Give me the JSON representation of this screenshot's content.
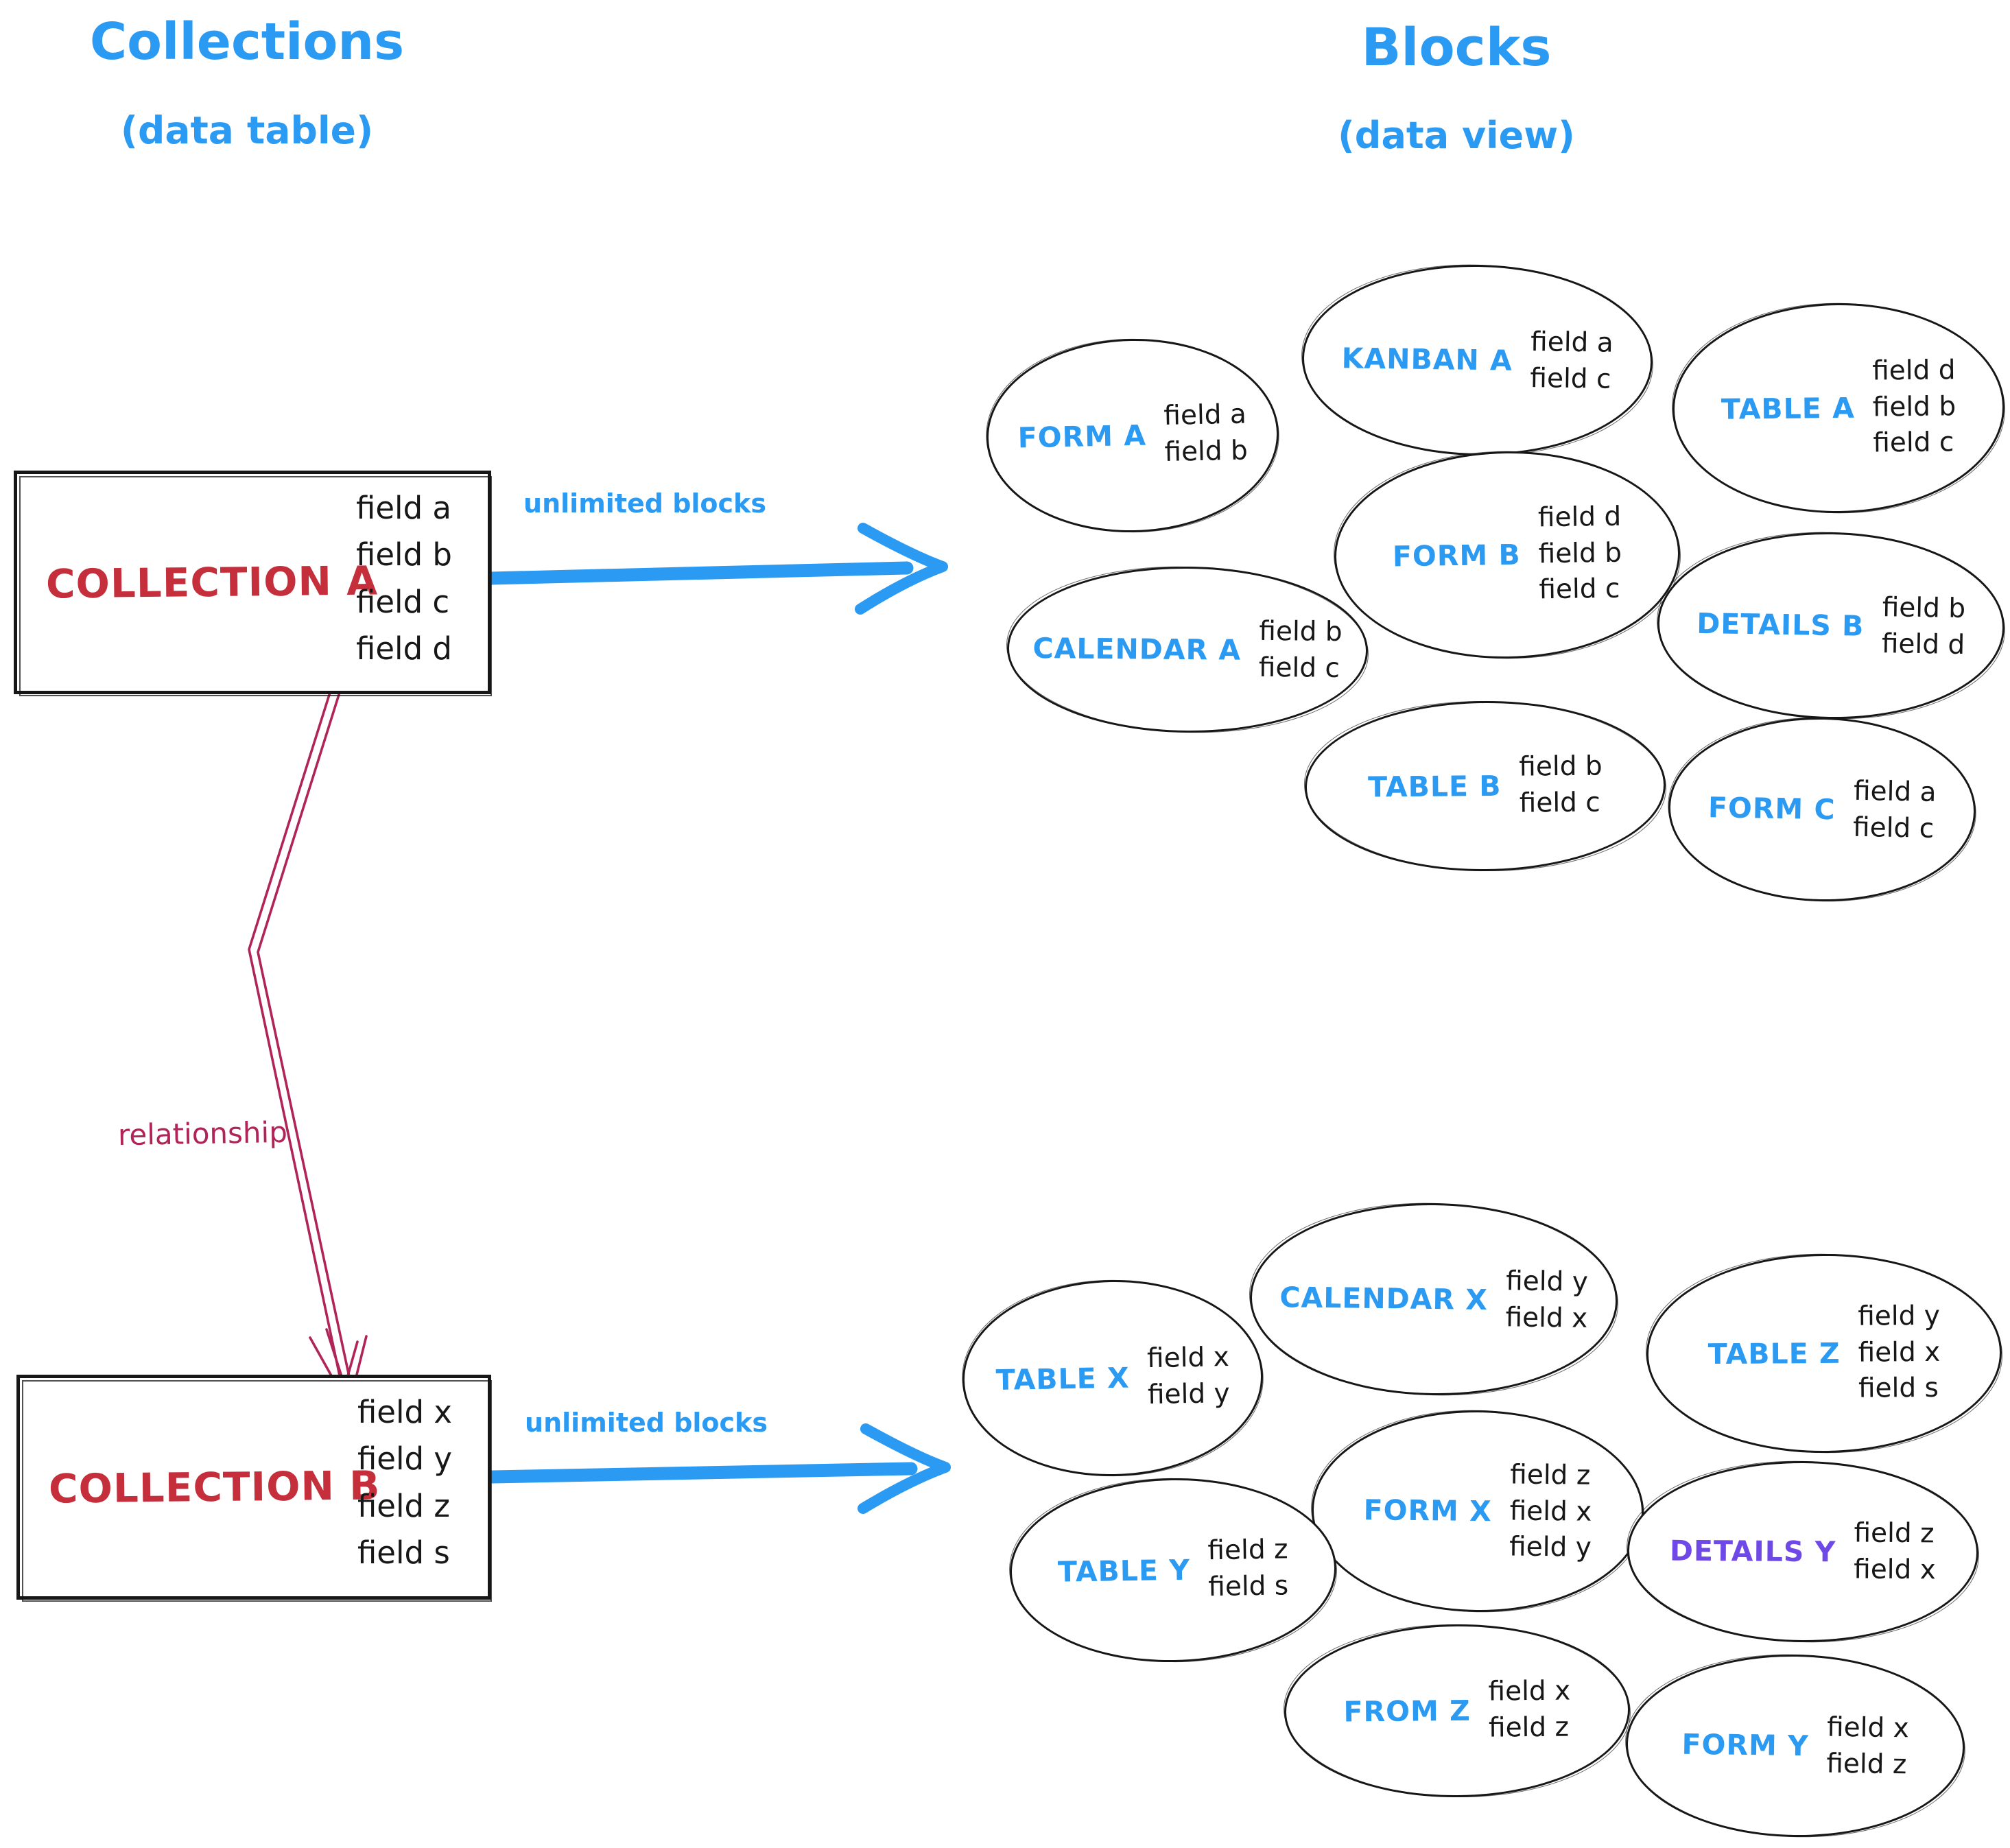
{
  "colors": {
    "blue": "#2b9af3",
    "red": "#c42f3b",
    "crimson": "#b02458",
    "purple": "#6e49e8",
    "ink": "#171717"
  },
  "titles": {
    "collections": {
      "title": "Collections",
      "subtitle": "(data table)"
    },
    "blocks": {
      "title": "Blocks",
      "subtitle": "(data view)"
    }
  },
  "collections": [
    {
      "name": "COLLECTION A",
      "fields": [
        "field a",
        "field b",
        "field c",
        "field d"
      ]
    },
    {
      "name": "COLLECTION B",
      "fields": [
        "field x",
        "field y",
        "field z",
        "field s"
      ]
    }
  ],
  "arrows": {
    "top_label": "unlimited blocks",
    "bottom_label": "unlimited blocks",
    "relationship_label": "relationship"
  },
  "blocks": [
    {
      "label": "FORM A",
      "fields": [
        "field a",
        "field b"
      ]
    },
    {
      "label": "KANBAN A",
      "fields": [
        "field a",
        "field c"
      ]
    },
    {
      "label": "TABLE A",
      "fields": [
        "field d",
        "field b",
        "field c"
      ]
    },
    {
      "label": "CALENDAR A",
      "fields": [
        "field b",
        "field c"
      ]
    },
    {
      "label": "FORM B",
      "fields": [
        "field d",
        "field b",
        "field c"
      ]
    },
    {
      "label": "DETAILS B",
      "fields": [
        "field b",
        "field d"
      ]
    },
    {
      "label": "TABLE B",
      "fields": [
        "field b",
        "field c"
      ]
    },
    {
      "label": "FORM C",
      "fields": [
        "field a",
        "field c"
      ]
    },
    {
      "label": "TABLE X",
      "fields": [
        "field x",
        "field y"
      ]
    },
    {
      "label": "CALENDAR X",
      "fields": [
        "field y",
        "field x"
      ]
    },
    {
      "label": "TABLE Z",
      "fields": [
        "field y",
        "field x",
        "field s"
      ]
    },
    {
      "label": "FORM X",
      "fields": [
        "field z",
        "field x",
        "field y"
      ]
    },
    {
      "label": "TABLE Y",
      "fields": [
        "field z",
        "field s"
      ]
    },
    {
      "label": "DETAILS Y",
      "fields": [
        "field z",
        "field x"
      ]
    },
    {
      "label": "FROM Z",
      "fields": [
        "field x",
        "field z"
      ]
    },
    {
      "label": "FORM Y",
      "fields": [
        "field x",
        "field z"
      ]
    }
  ]
}
